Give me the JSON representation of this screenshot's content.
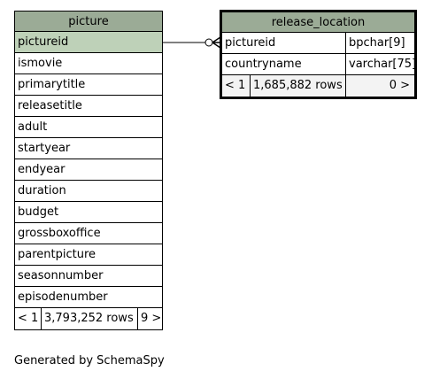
{
  "picture_table": {
    "name": "picture",
    "columns": [
      "pictureid",
      "ismovie",
      "primarytitle",
      "releasetitle",
      "adult",
      "startyear",
      "endyear",
      "duration",
      "budget",
      "grossboxoffice",
      "parentpicture",
      "seasonnumber",
      "episodenumber"
    ],
    "footer": {
      "parents": "< 1",
      "rows": "3,793,252 rows",
      "children": "9 >"
    }
  },
  "release_location_table": {
    "name": "release_location",
    "columns": [
      {
        "name": "pictureid",
        "type": "bpchar[9]"
      },
      {
        "name": "countryname",
        "type": "varchar[75]"
      }
    ],
    "footer": {
      "parents": "< 1",
      "rows": "1,685,882 rows",
      "children": "0 >"
    }
  },
  "colors": {
    "header": "#9bab96",
    "primary_key": "#bed1b8",
    "footer": "#f3f3f3"
  },
  "footer_text": "Generated by SchemaSpy"
}
